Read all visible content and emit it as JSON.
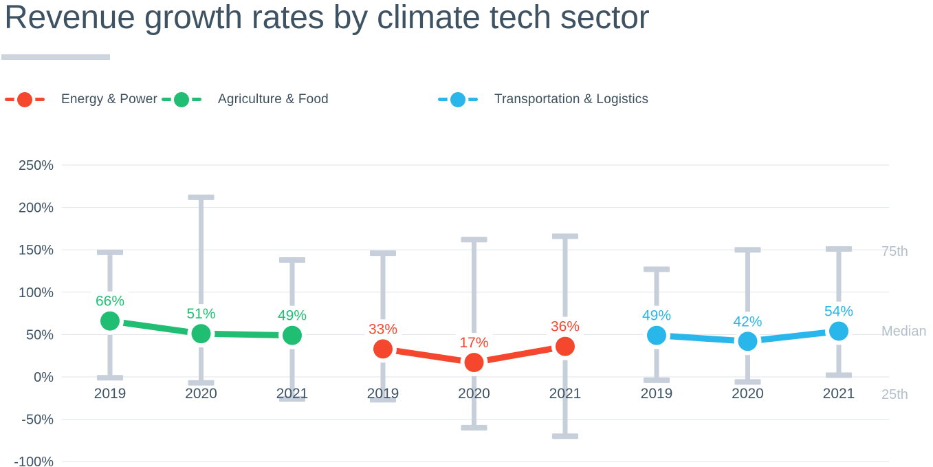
{
  "chart_data": {
    "type": "line",
    "subtype": "dot-and-whisker-percentiles",
    "title": "Revenue growth rates by climate tech sector",
    "categories": [
      "2019",
      "2020",
      "2021"
    ],
    "value_suffix": "%",
    "grid": true,
    "legend_position": "top",
    "y_axis": {
      "min": -100,
      "max": 250,
      "step": 50,
      "ticks": [
        {
          "label": "250%",
          "value": 250
        },
        {
          "label": "200%",
          "value": 200
        },
        {
          "label": "150%",
          "value": 150
        },
        {
          "label": "100%",
          "value": 100
        },
        {
          "label": "50%",
          "value": 50
        },
        {
          "label": "0%",
          "value": 0
        },
        {
          "label": "-50%",
          "value": -50
        },
        {
          "label": "-100%",
          "value": -100
        }
      ]
    },
    "annotations": [
      {
        "id": "p75",
        "label": "75th"
      },
      {
        "id": "median",
        "label": "Median"
      },
      {
        "id": "p25",
        "label": "25th"
      }
    ],
    "colors": {
      "title_text": "#3d5363",
      "title_underline": "#ccd5dd",
      "gridline": "#dfe3e8",
      "whisker": "#c6cfda",
      "axis_text": "#3d5263",
      "legend_text": "#3b4e5c",
      "annotation_text": "#b3bfca",
      "label_bg": "#ffffff"
    },
    "series": [
      {
        "name": "Energy & Power",
        "color": "#f5472e",
        "group_index": 1,
        "points": [
          {
            "year": "2019",
            "median": 33,
            "p25": -27,
            "p75": 146
          },
          {
            "year": "2020",
            "median": 17,
            "p25": -60,
            "p75": 162
          },
          {
            "year": "2021",
            "median": 36,
            "p25": -70,
            "p75": 166
          }
        ]
      },
      {
        "name": "Agriculture & Food",
        "color": "#20be73",
        "group_index": 0,
        "points": [
          {
            "year": "2019",
            "median": 66,
            "p25": -1,
            "p75": 147
          },
          {
            "year": "2020",
            "median": 51,
            "p25": -7,
            "p75": 212
          },
          {
            "year": "2021",
            "median": 49,
            "p25": -26,
            "p75": 138
          }
        ]
      },
      {
        "name": "Transportation & Logistics",
        "color": "#29b6eb",
        "group_index": 2,
        "points": [
          {
            "year": "2019",
            "median": 49,
            "p25": -4,
            "p75": 127
          },
          {
            "year": "2020",
            "median": 42,
            "p25": -6,
            "p75": 150
          },
          {
            "year": "2021",
            "median": 54,
            "p25": 2,
            "p75": 151
          }
        ]
      }
    ]
  }
}
